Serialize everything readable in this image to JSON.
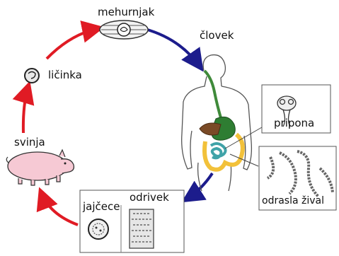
{
  "labels": {
    "cyst": "mehurnjak",
    "human": "človek",
    "larva": "ličinka",
    "pig": "svinja",
    "attachment": "pripona",
    "adult_worm": "odrasla žival",
    "egg": "jajčece",
    "segment": "odrivek"
  },
  "colors": {
    "arrow_red": "#e01b24",
    "arrow_blue": "#1c1c8c",
    "esophagus_green": "#3f8a3a",
    "stomach_green": "#2e7d32",
    "liver_brown": "#7a4a26",
    "intestine_yellow": "#f2c13a",
    "small_intestine_teal": "#3fa3a8",
    "pig_pink": "#f6c9d4",
    "outline": "#444444"
  },
  "icons": [
    "cyst-icon",
    "larva-icon",
    "human-body-icon",
    "pig-icon",
    "scolex-icon",
    "tapeworm-icon",
    "egg-icon",
    "proglottid-icon"
  ]
}
